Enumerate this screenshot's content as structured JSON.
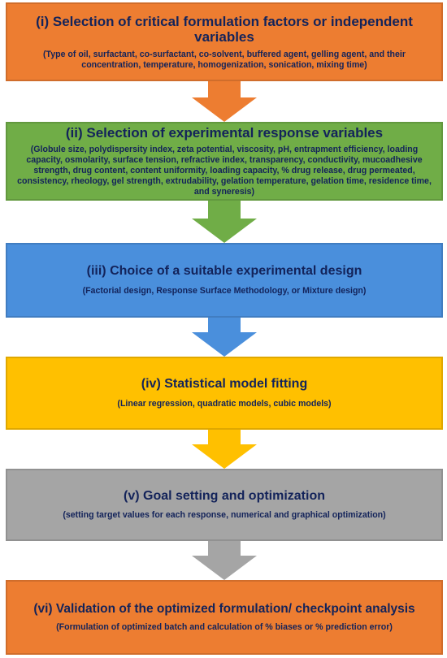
{
  "steps": [
    {
      "title": "(i) Selection of critical formulation factors or independent variables",
      "description": "(Type of oil, surfactant, co-surfactant, co-solvent, buffered agent, gelling agent, and their concentration, temperature, homogenization, sonication, mixing time)",
      "color": "#ed7d31"
    },
    {
      "title": "(ii) Selection of experimental response variables",
      "description": "(Globule size, polydispersity index, zeta potential, viscosity, pH, entrapment efficiency, loading capacity, osmolarity, surface tension, refractive index, transparency, conductivity, mucoadhesive strength, drug content, content uniformity, loading capacity, % drug release, drug permeated, consistency, rheology, gel strength, extrudability, gelation temperature, gelation time, residence time, and syneresis)",
      "color": "#70ad47"
    },
    {
      "title": "(iii) Choice of a suitable experimental design",
      "description": "(Factorial design, Response Surface Methodology, or Mixture design)",
      "color": "#4a8fdc"
    },
    {
      "title": "(iv) Statistical model fitting",
      "description": "(Linear regression, quadratic models, cubic models)",
      "color": "#ffc000"
    },
    {
      "title": "(v) Goal setting and optimization",
      "description": "(setting target values for each response, numerical and graphical optimization)",
      "color": "#a5a5a5"
    },
    {
      "title": "(vi) Validation of the optimized formulation/ checkpoint analysis",
      "description": "(Formulation of optimized batch and calculation of % biases or % prediction error)",
      "color": "#ed7d31"
    }
  ],
  "arrows": [
    {
      "color": "#ed7d31"
    },
    {
      "color": "#70ad47"
    },
    {
      "color": "#4a8fdc"
    },
    {
      "color": "#ffc000"
    },
    {
      "color": "#a5a5a5"
    }
  ]
}
